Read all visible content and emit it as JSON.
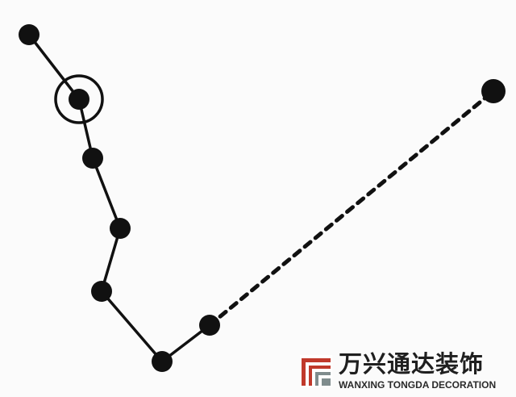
{
  "diagram": {
    "line_color": "#111111",
    "node_color": "#111111",
    "nodes": [
      {
        "id": "n1"
      },
      {
        "id": "n2",
        "ring": true
      },
      {
        "id": "n3"
      },
      {
        "id": "n4"
      },
      {
        "id": "n5"
      },
      {
        "id": "n6"
      },
      {
        "id": "n7"
      },
      {
        "id": "n8"
      }
    ],
    "solid_path": [
      "n1",
      "n2",
      "n3",
      "n4",
      "n5",
      "n6",
      "n7"
    ],
    "dashed_path": [
      "n7",
      "n8"
    ]
  },
  "watermark": {
    "chinese": "万兴通达装饰",
    "english": "WANXING TONGDA DECORATION",
    "logo_colors": [
      "#c0392b",
      "#7f8c8d"
    ]
  }
}
